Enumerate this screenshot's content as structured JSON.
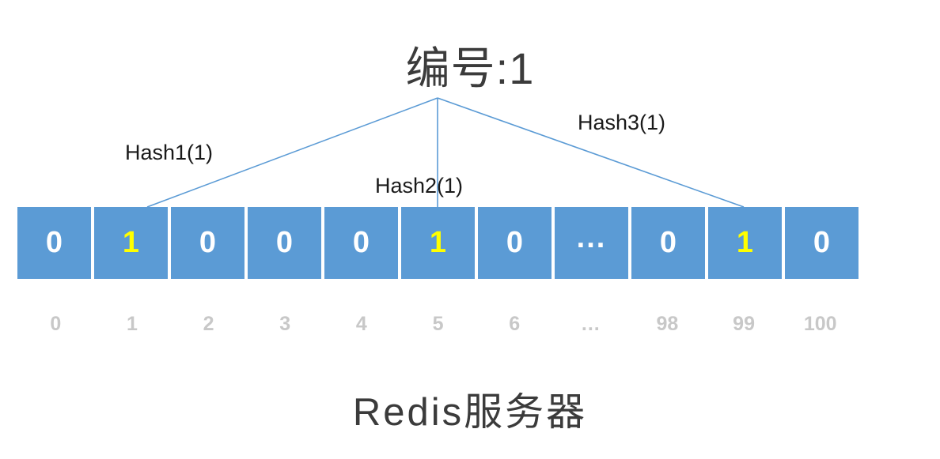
{
  "title": "编号:1",
  "caption": "Redis服务器",
  "colors": {
    "cell_fill": "#5B9BD5",
    "bit_zero": "#FFFFFF",
    "bit_one": "#FFFF00",
    "connector_line": "#5B9BD5",
    "index_label": "#C8C8C8",
    "text": "#3B3B3B"
  },
  "hash_labels": [
    {
      "id": "hash1",
      "text": "Hash1(1)",
      "target_index": 1
    },
    {
      "id": "hash2",
      "text": "Hash2(1)",
      "target_index": 5
    },
    {
      "id": "hash3",
      "text": "Hash3(1)",
      "target_index": 9
    }
  ],
  "bit_array": {
    "cells": [
      {
        "value": "0",
        "set": false
      },
      {
        "value": "1",
        "set": true
      },
      {
        "value": "0",
        "set": false
      },
      {
        "value": "0",
        "set": false
      },
      {
        "value": "0",
        "set": false
      },
      {
        "value": "1",
        "set": true
      },
      {
        "value": "0",
        "set": false
      },
      {
        "value": "...",
        "set": false
      },
      {
        "value": "0",
        "set": false
      },
      {
        "value": "1",
        "set": true
      },
      {
        "value": "0",
        "set": false
      }
    ],
    "indexes": [
      "0",
      "1",
      "2",
      "3",
      "4",
      "5",
      "6",
      "...",
      "98",
      "99",
      "100"
    ]
  }
}
